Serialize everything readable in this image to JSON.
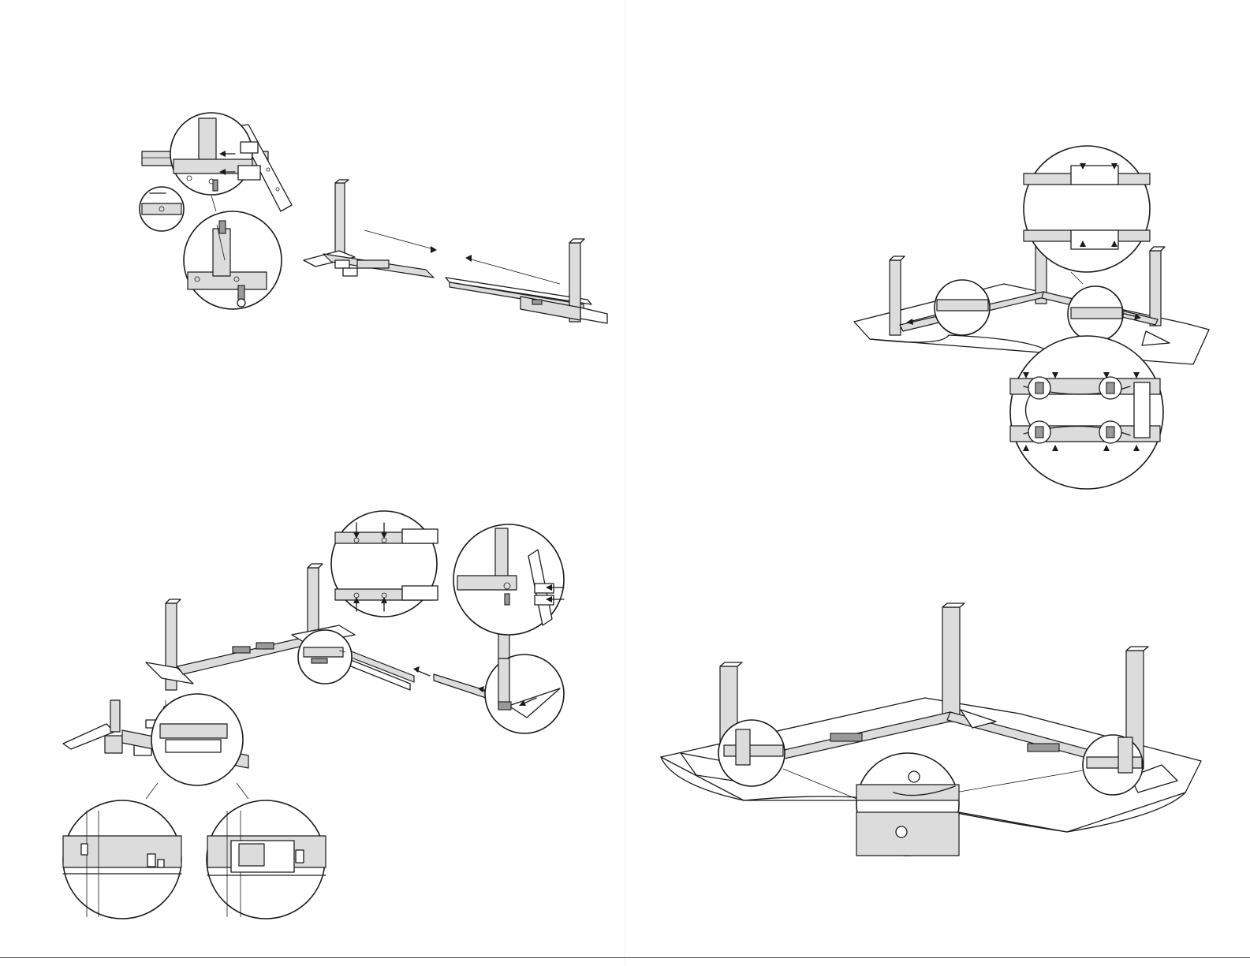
{
  "document": {
    "pages": [
      {
        "id": "left",
        "figures": [
          {
            "id": "leg-to-crossbar-attach",
            "detail_callouts": 3
          },
          {
            "id": "frame-join-rails",
            "detail_callouts": 3
          },
          {
            "id": "controller-mount",
            "detail_callouts": 2
          }
        ]
      },
      {
        "id": "right",
        "figures": [
          {
            "id": "frame-on-desktop-cable-routing",
            "detail_callouts": 4
          },
          {
            "id": "completed-frame-on-desktop",
            "detail_callouts": 3
          }
        ]
      }
    ],
    "text": []
  }
}
